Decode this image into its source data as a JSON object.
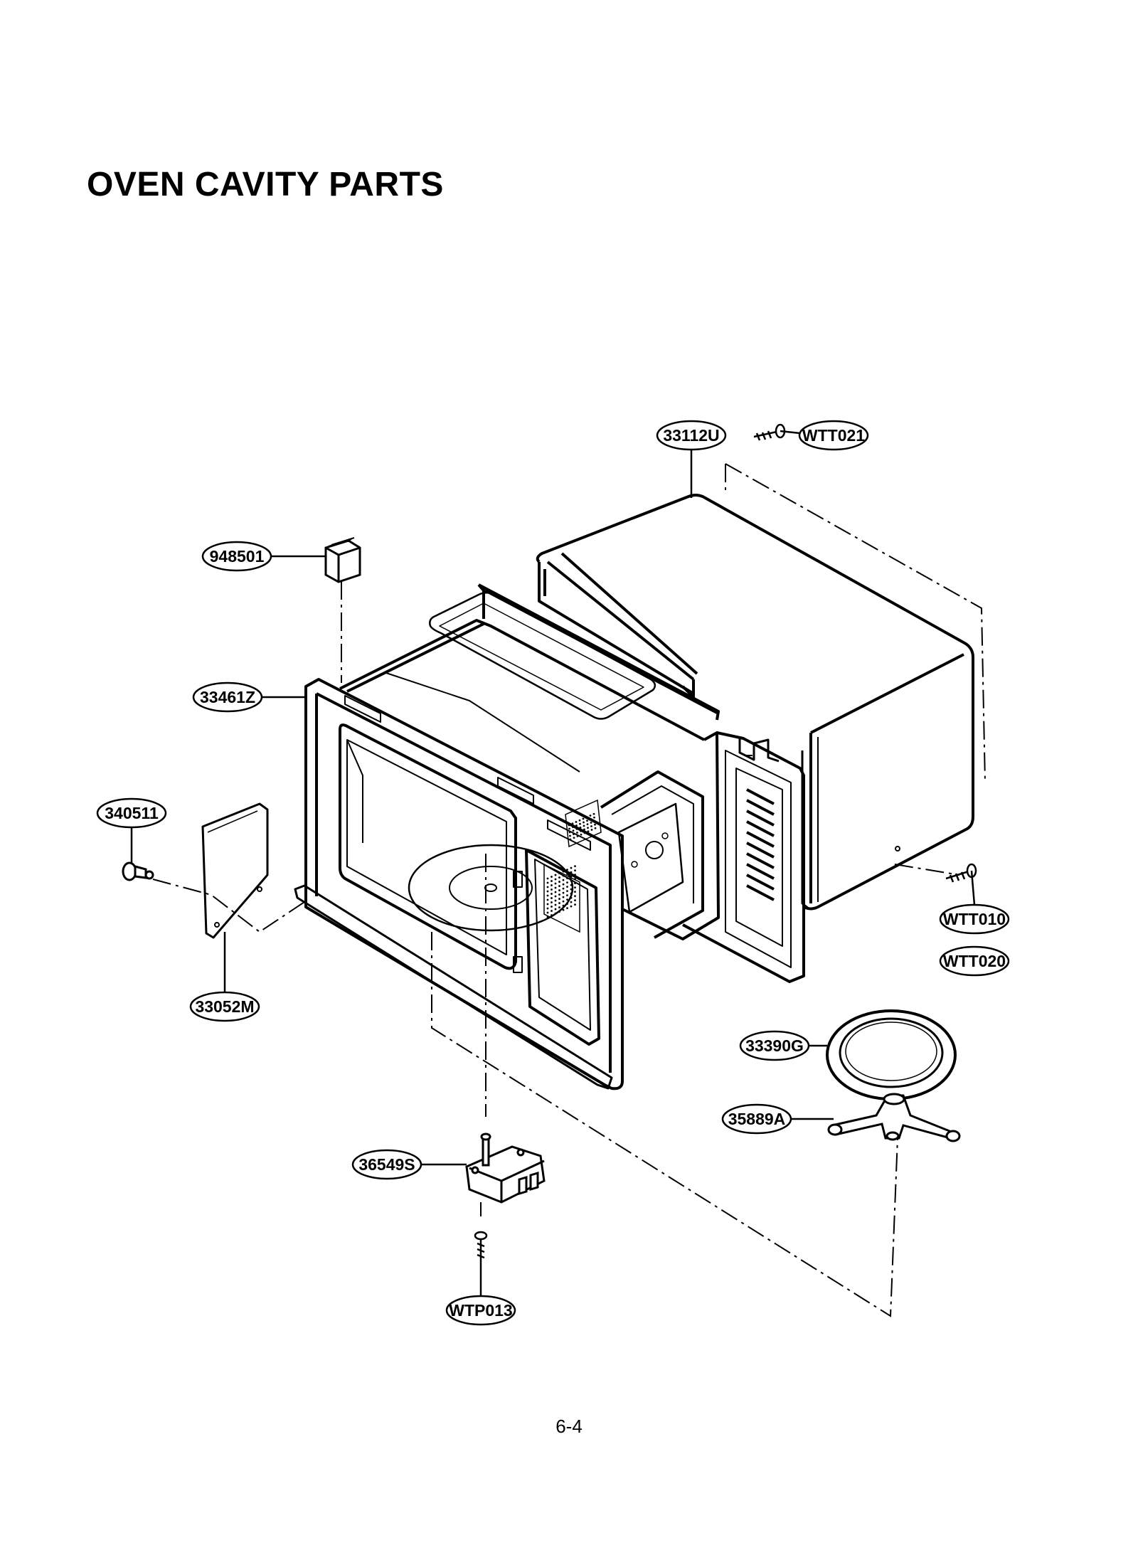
{
  "title": "OVEN CAVITY PARTS",
  "page_number": "6-4",
  "part_labels": [
    {
      "id": "33112U"
    },
    {
      "id": "WTT021"
    },
    {
      "id": "948501"
    },
    {
      "id": "33461Z"
    },
    {
      "id": "340511"
    },
    {
      "id": "33052M"
    },
    {
      "id": "WTT010"
    },
    {
      "id": "WTT020"
    },
    {
      "id": "33390G"
    },
    {
      "id": "35889A"
    },
    {
      "id": "36549S"
    },
    {
      "id": "WTP013"
    }
  ]
}
